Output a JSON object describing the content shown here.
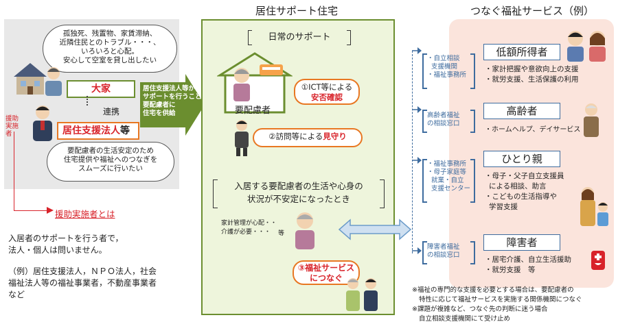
{
  "headers": {
    "middle": "居住サポート住宅",
    "right": "つなぐ福祉サービス（例）"
  },
  "left": {
    "landlord_cloud": [
      "孤独死、残置物、家賃滞納、",
      "近隣住民とのトラブル・・・、",
      "いろいろと心配。",
      "安心して空室を貸し出したい"
    ],
    "landlord": "大家",
    "link": "連携",
    "support_org": "居住支援法人",
    "support_org_suffix": "等",
    "side_label": "援助\n実施者",
    "org_cloud": [
      "要配慮者の生活安定のため",
      "住宅提供や福祉へのつなぎを",
      "スムーズに行いたい"
    ],
    "link_label": "援助実施者とは",
    "description": [
      "入居者のサポートを行う者で，",
      "法人・個人は問いません。"
    ],
    "examples": [
      "（例）居住支援法人，ＮＰＯ法人，社会",
      "福祉法人等の福祉事業者，不動産事業者",
      "など"
    ]
  },
  "arrow_text": [
    "居住支援法人等が",
    "サポートを行うことで",
    "要配慮者に",
    "住宅を供給"
  ],
  "middle": {
    "daily_support": "日常のサポート",
    "person": "要配慮者",
    "ict": "①ICT等による",
    "ict_red": "安否確認",
    "visit": "②訪問等による",
    "visit_red": "見守り",
    "unstable": [
      "入居する要配慮者の生活や心身の",
      "状況が不安定になったとき"
    ],
    "worry": [
      "家計管理が心配・・",
      "介護が必要・・・",
      "等"
    ],
    "connect": [
      "③福祉サービス",
      "につなぐ"
    ]
  },
  "services": [
    {
      "name": "低額所得者",
      "agencies": [
        "・自立相談",
        "支援機関",
        "・福祉事務所"
      ],
      "details": [
        "・家計把握や意欲向上の支援",
        "・就労支援、生活保護の利用"
      ]
    },
    {
      "name": "高齢者",
      "agencies": [
        "高齢者福祉",
        "の相談窓口"
      ],
      "details": [
        "・ホームヘルプ、デイサービス"
      ]
    },
    {
      "name": "ひとり親",
      "agencies": [
        "・福祉事務所",
        "・母子家庭等",
        "就業・自立",
        "支援センター"
      ],
      "details": [
        "・母子・父子自立支援員",
        "による相談、助言",
        "・こどもの生活指導や",
        "学習支援"
      ]
    },
    {
      "name": "障害者",
      "agencies": [
        "障害者福祉",
        "の相談窓口"
      ],
      "details": [
        "・居宅介護、自立生活援助",
        "・就労支援　等"
      ]
    }
  ],
  "notes": [
    "※福祉の専門的な支援を必要とする場合は、要配慮者の",
    "特性に応じて福祉サービスを実施する関係機関につなぐ",
    "※課題が複雑など、つなぐ先の判断に迷う場合",
    "自立相談支援機関にて受け止め"
  ],
  "colors": {
    "green": "#6b8e2f",
    "orange": "#e87722",
    "red": "#d8232a",
    "blue": "#3d6b9e",
    "pink_bg": "#fbe4dc"
  }
}
